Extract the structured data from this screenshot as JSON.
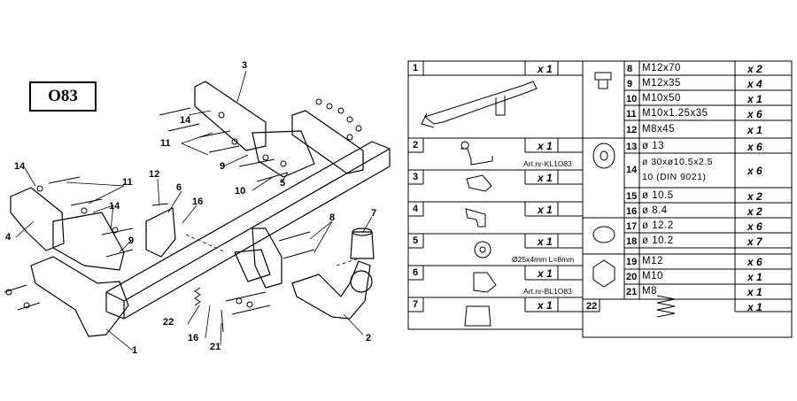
{
  "drawing": {
    "code": "O83",
    "callouts": [
      "3",
      "14",
      "11",
      "12",
      "6",
      "16",
      "14",
      "11",
      "14",
      "4",
      "9",
      "9",
      "10",
      "5",
      "8",
      "7",
      "22",
      "16",
      "21",
      "2",
      "1"
    ]
  },
  "table": {
    "left": [
      {
        "num": "1",
        "qty": "x 1",
        "art": ""
      },
      {
        "num": "2",
        "qty": "x 1",
        "art": "Art.nr-KL1O83"
      },
      {
        "num": "3",
        "qty": "x 1",
        "art": ""
      },
      {
        "num": "4",
        "qty": "x 1",
        "art": ""
      },
      {
        "num": "5",
        "qty": "x 1",
        "art": "Ø25x4mm L=8mm"
      },
      {
        "num": "6",
        "qty": "x 1",
        "art": "Art.nr-BL1O83"
      },
      {
        "num": "7",
        "qty": "x 1",
        "art": ""
      }
    ],
    "right": [
      {
        "num": "8",
        "desc": "M12x70",
        "qty": "x 2"
      },
      {
        "num": "9",
        "desc": "M12x35",
        "qty": "x 4"
      },
      {
        "num": "10",
        "desc": "M10x50",
        "qty": "x 1"
      },
      {
        "num": "11",
        "desc": "M10x1.25x35",
        "qty": "x 6"
      },
      {
        "num": "12",
        "desc": "M8x45",
        "qty": "x 1"
      },
      {
        "num": "13",
        "desc": "ø 13",
        "qty": "x 6"
      },
      {
        "num": "14",
        "desc": "ø 30xø10.5x2.5",
        "desc2": "10  (DIN  9021)",
        "qty": "x 6"
      },
      {
        "num": "15",
        "desc": "ø 10.5",
        "qty": "x 2"
      },
      {
        "num": "16",
        "desc": "ø 8.4",
        "qty": "x 2"
      },
      {
        "num": "17",
        "desc": "ø 12.2",
        "qty": "x 6"
      },
      {
        "num": "18",
        "desc": "ø 10.2",
        "qty": "x 7"
      },
      {
        "num": "19",
        "desc": "M12",
        "qty": "x 6"
      },
      {
        "num": "20",
        "desc": "M10",
        "qty": "x 1"
      },
      {
        "num": "21",
        "desc": "M8",
        "qty": "x 1"
      }
    ],
    "extra": {
      "num": "22",
      "qty": "x 1"
    }
  }
}
